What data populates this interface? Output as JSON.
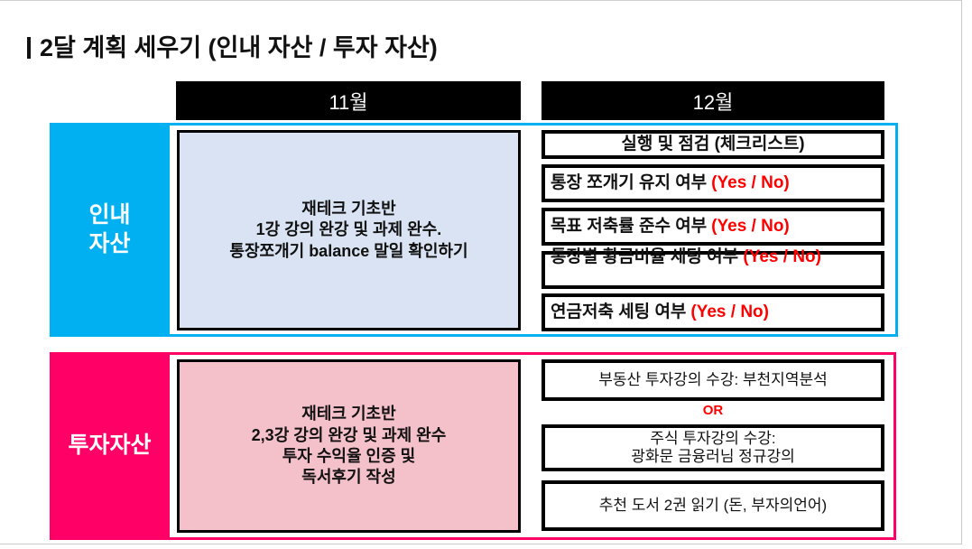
{
  "title": "2달 계획 세우기 (인내 자산 / 투자 자산)",
  "months": [
    "11월",
    "12월"
  ],
  "colors": {
    "patience": "#00b0f0",
    "investment": "#ff0066",
    "patience_box": "#dae3f3",
    "investment_box": "#f4c0ca",
    "yes_no": "#ff0000"
  },
  "patience": {
    "label": "인내\n자산",
    "november": "재테크 기초반\n1강 강의 완강 및 과제 완수.\n통장쪼개기 balance 말일 확인하기",
    "december": {
      "header": "실행 및 점검 (체크리스트)",
      "items": [
        {
          "text": "통장 쪼개기 유지 여부 ",
          "tag": "(Yes / No)"
        },
        {
          "text": "목표 저축률 준수 여부 ",
          "tag": "(Yes / No)"
        },
        {
          "text": "통장별 황금비율 세팅 여부 ",
          "tag": "(Yes / No)"
        },
        {
          "text": "연금저축 세팅 여부 ",
          "tag": "(Yes / No)"
        }
      ]
    }
  },
  "investment": {
    "label": "투자자산",
    "november": "재테크 기초반\n2,3강 강의 완강 및 과제 완수\n투자 수익율 인증 및\n독서후기 작성",
    "december": {
      "option1": "부동산 투자강의 수강: 부천지역분석",
      "or": "OR",
      "option2": "주식 투자강의 수강:\n광화문 금융러님 정규강의",
      "books": "추천 도서 2권 읽기 (돈, 부자의언어)"
    }
  }
}
